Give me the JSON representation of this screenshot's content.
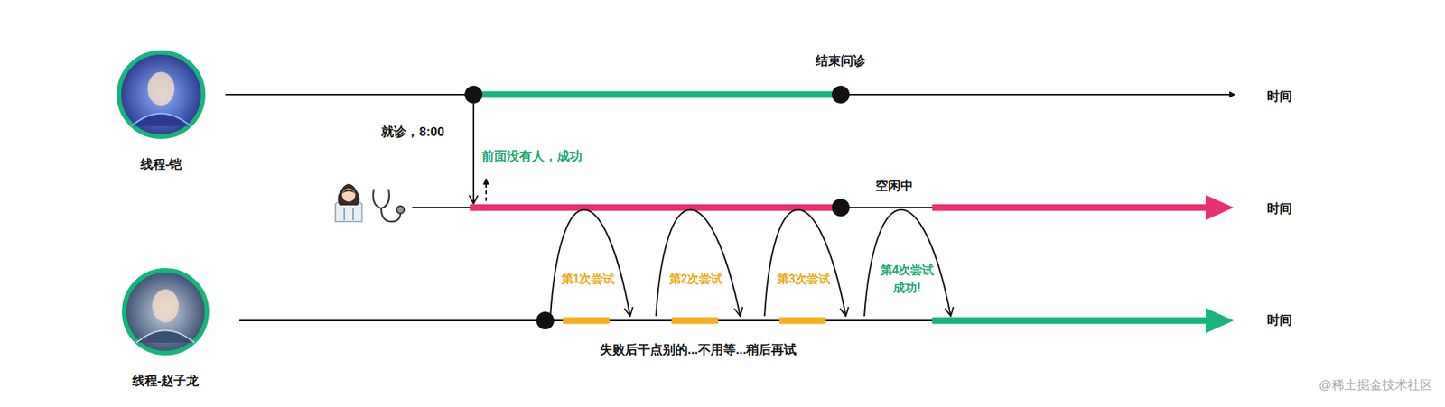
{
  "diagram": {
    "nodes": [
      {
        "text": [
          "线程-铠"
        ]
      },
      {
        "text": [
          "线程-赵子龙"
        ]
      }
    ],
    "labels": [
      "结束问诊",
      "就诊，8:00",
      "前面没有人，成功",
      "空闲中",
      "时间",
      "时间",
      "时间",
      "第1次尝试",
      "第2次尝试",
      "第3次尝试",
      "第4次尝试",
      "成功!",
      "失败后干点别的...不用等...稍后再试",
      "@稀土掘金技术社区"
    ]
  }
}
